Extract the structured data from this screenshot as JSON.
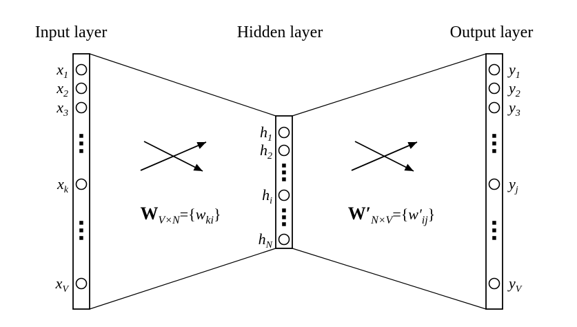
{
  "colors": {
    "ink": "#000000",
    "background": "#ffffff"
  },
  "diagram": {
    "input": {
      "title": "Input layer",
      "nodes": [
        {
          "base": "x",
          "sub": "1"
        },
        {
          "base": "x",
          "sub": "2"
        },
        {
          "base": "x",
          "sub": "3"
        },
        {
          "base": "x",
          "sub": "k"
        },
        {
          "base": "x",
          "sub": "V"
        }
      ]
    },
    "hidden": {
      "title": "Hidden layer",
      "nodes": [
        {
          "base": "h",
          "sub": "1"
        },
        {
          "base": "h",
          "sub": "2"
        },
        {
          "base": "h",
          "sub": "i"
        },
        {
          "base": "h",
          "sub": "N"
        }
      ]
    },
    "output": {
      "title": "Output layer",
      "nodes": [
        {
          "base": "y",
          "sub": "1"
        },
        {
          "base": "y",
          "sub": "2"
        },
        {
          "base": "y",
          "sub": "3"
        },
        {
          "base": "y",
          "sub": "j"
        },
        {
          "base": "y",
          "sub": "V"
        }
      ]
    },
    "weights": {
      "left": {
        "matrix": "W",
        "matrix_sub": "V×N",
        "eq": "={",
        "element": "w",
        "element_sub": "ki",
        "close": "}"
      },
      "right": {
        "matrix": "W′",
        "matrix_sub": "N×V",
        "eq": "={",
        "element": "w′",
        "element_sub": "ij",
        "close": "}"
      }
    }
  }
}
